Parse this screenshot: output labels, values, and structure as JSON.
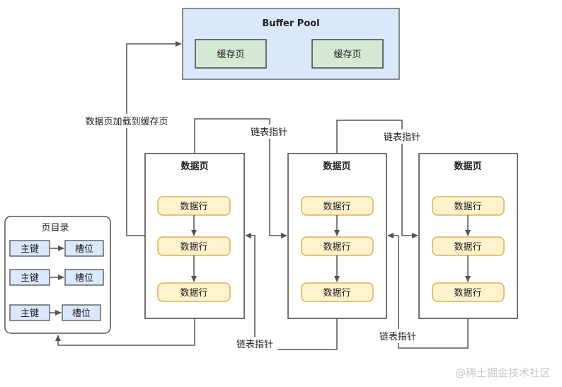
{
  "buffer_pool": {
    "title": "Buffer Pool",
    "pages": [
      "缓存页",
      "缓存页"
    ]
  },
  "data_pages": [
    {
      "title": "数据页",
      "rows": [
        "数据行",
        "数据行",
        "数据行"
      ]
    },
    {
      "title": "数据页",
      "rows": [
        "数据行",
        "数据行",
        "数据行"
      ]
    },
    {
      "title": "数据页",
      "rows": [
        "数据行",
        "数据行",
        "数据行"
      ]
    }
  ],
  "page_directory": {
    "title": "页目录",
    "entries": [
      {
        "key": "主键",
        "slot": "槽位"
      },
      {
        "key": "主键",
        "slot": "槽位"
      },
      {
        "key": "主键",
        "slot": "槽位"
      }
    ]
  },
  "labels": {
    "load": "数据页加载到缓存页",
    "link_top_1": "链表指针",
    "link_top_2": "链表指针",
    "link_bottom_1": "链表指针",
    "link_bottom_2": "链表指针"
  },
  "watermark": "@稀土掘金技术社区",
  "colors": {
    "buffer_bg": "#dae8fc",
    "cache_page_bg": "#d5e8d4",
    "row_bg": "#fff2cc",
    "row_border": "#d6b656",
    "dir_cell_bg": "#dae8fc",
    "line": "#555555"
  }
}
